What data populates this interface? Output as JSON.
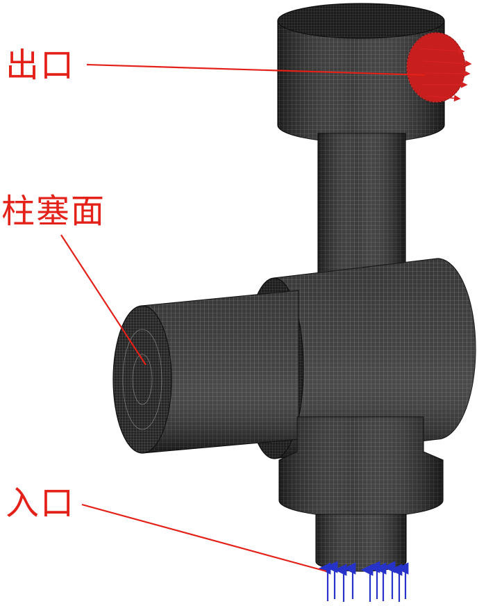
{
  "labels": {
    "outlet": "出口",
    "plunger_face": "柱塞面",
    "inlet": "入口"
  },
  "colors": {
    "label": "#e32119",
    "leader_line": "#e32119",
    "mesh_body": "#2b2b2b",
    "mesh_line": "#c9c9c9",
    "outlet_patch": "#d42222",
    "inlet_arrows": "#2733c8"
  }
}
